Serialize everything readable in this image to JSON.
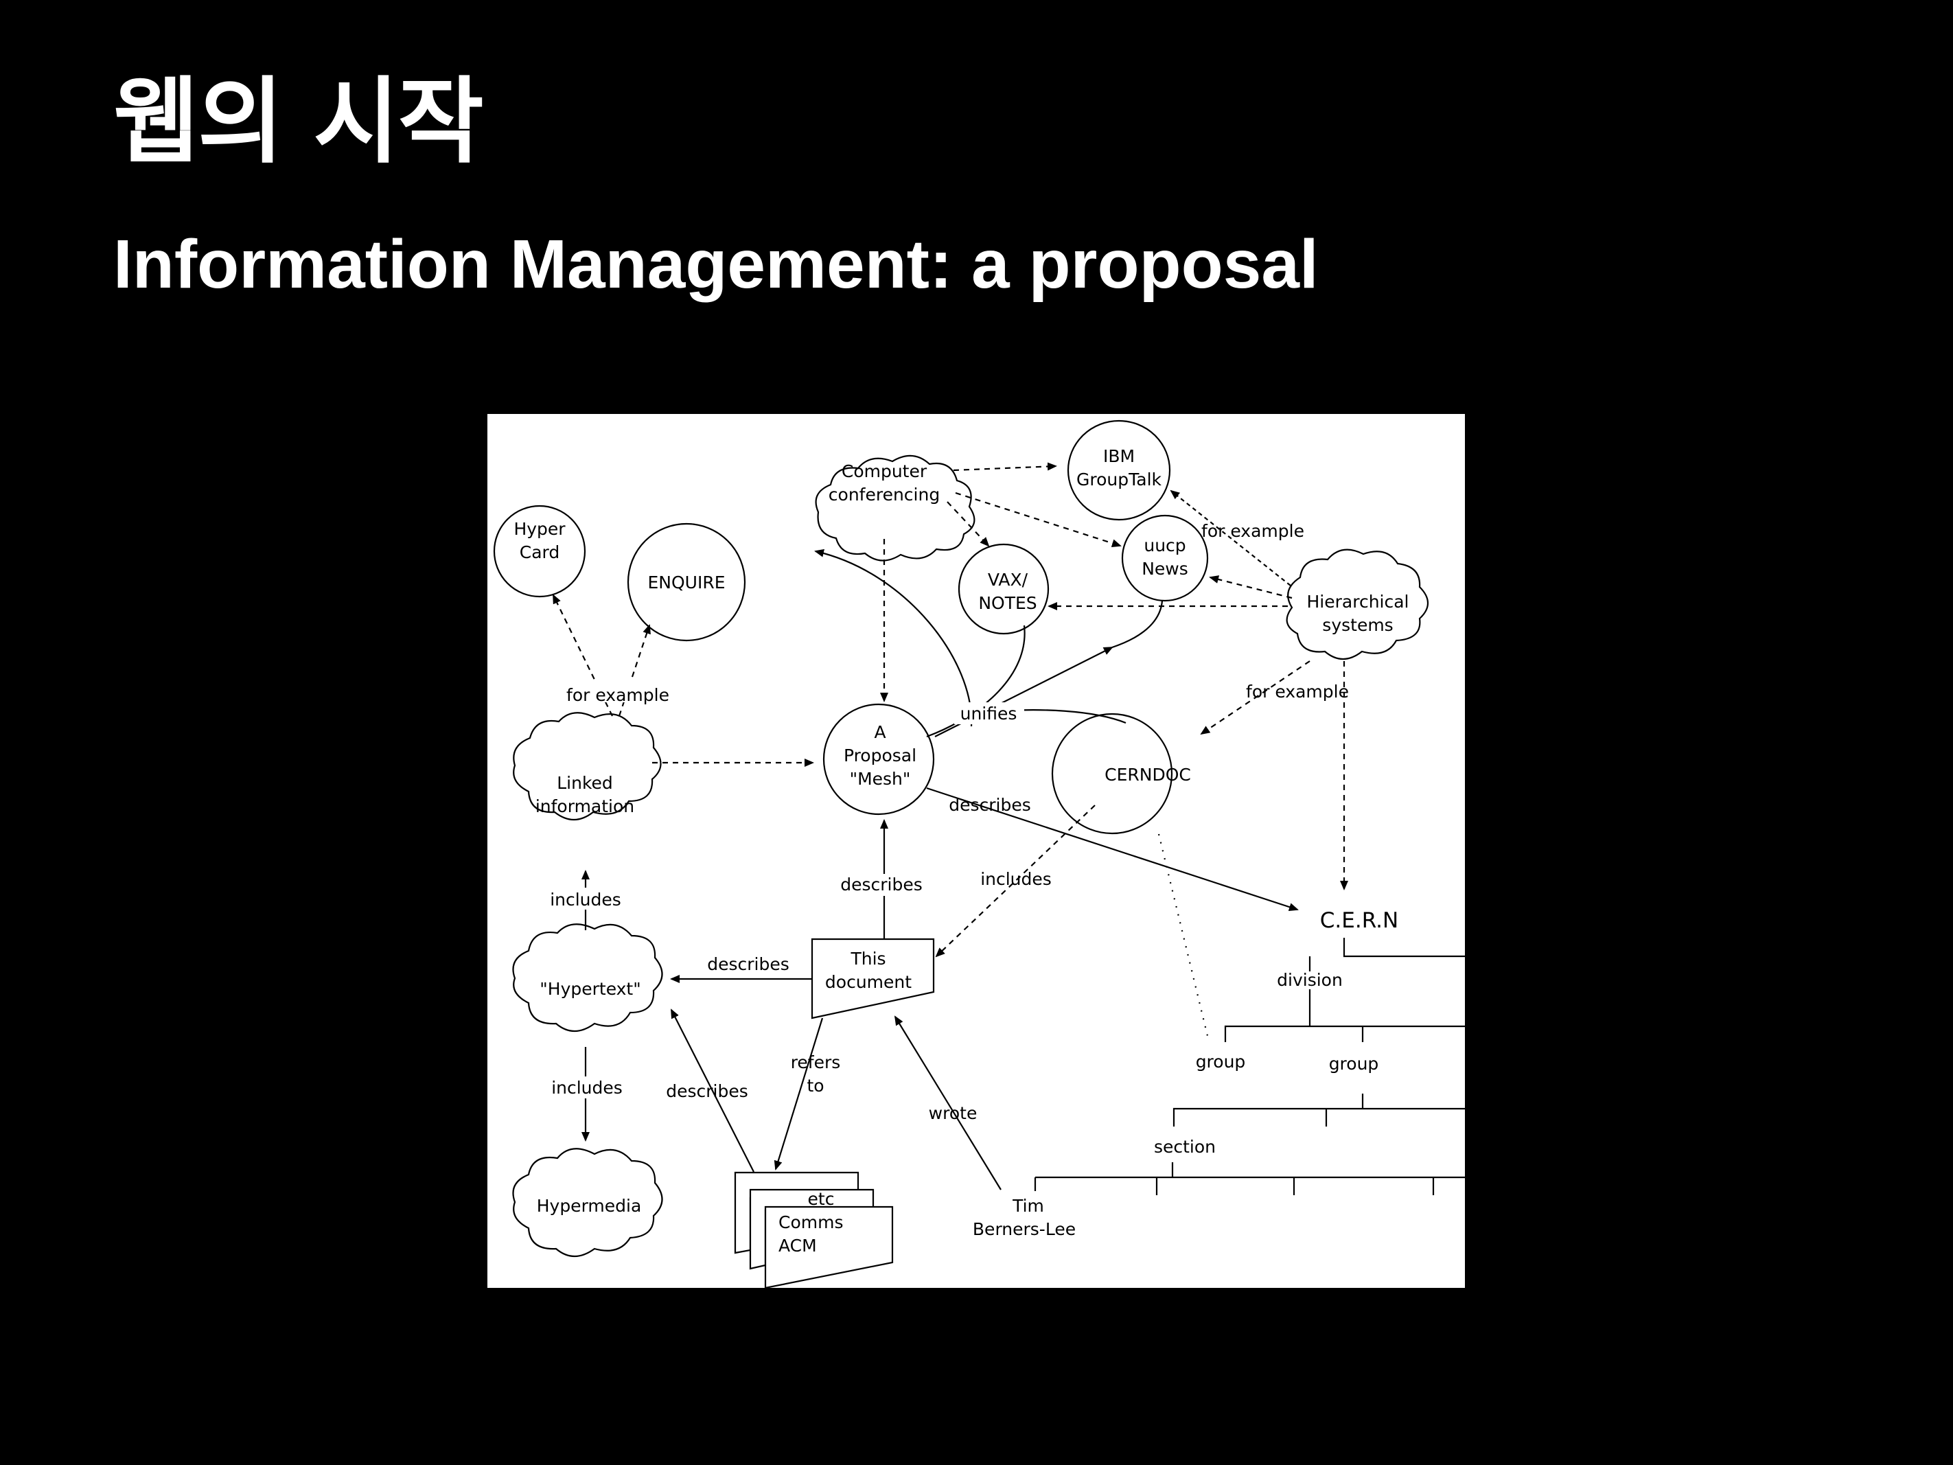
{
  "slide": {
    "title": "웹의 시작",
    "subtitle": "Information Management: a proposal"
  },
  "diagram": {
    "nodes": {
      "hypercard": [
        "Hyper",
        "Card"
      ],
      "enquire": "ENQUIRE",
      "computer_conferencing": [
        "Computer",
        "conferencing"
      ],
      "ibm_grouptalk": [
        "IBM",
        "GroupTalk"
      ],
      "uucp_news": [
        "uucp",
        "News"
      ],
      "vax_notes": [
        "VAX/",
        "NOTES"
      ],
      "hierarchical_systems": [
        "Hierarchical",
        "systems"
      ],
      "proposal_mesh": [
        "A",
        "Proposal",
        "\"Mesh\""
      ],
      "cerndoc": "CERNDOC",
      "linked_information": [
        "Linked",
        "information"
      ],
      "hypertext": "\"Hypertext\"",
      "this_document": [
        "This",
        "document"
      ],
      "hypermedia": "Hypermedia",
      "docs_stack": [
        "etc",
        "Comms",
        "ACM"
      ],
      "tim": [
        "Tim",
        "Berners-Lee"
      ],
      "cern": "C.E.R.N",
      "division": "division",
      "group_1": "group",
      "group_2": "group",
      "section": "section"
    },
    "edge_labels": {
      "for_example_left": "for example",
      "for_example_top": "for example",
      "for_example_right": "for example",
      "unifies": "unifies",
      "describes_mesh_cern": "describes",
      "describes_doc_mesh": "describes",
      "includes_cerndoc": "includes",
      "includes_linked": "includes",
      "describes_doc_hypertext": "describes",
      "includes_hypermedia": "includes",
      "describes_docs_hypertext": "describes",
      "refers_to": [
        "refers",
        "to"
      ],
      "wrote": "wrote"
    }
  }
}
